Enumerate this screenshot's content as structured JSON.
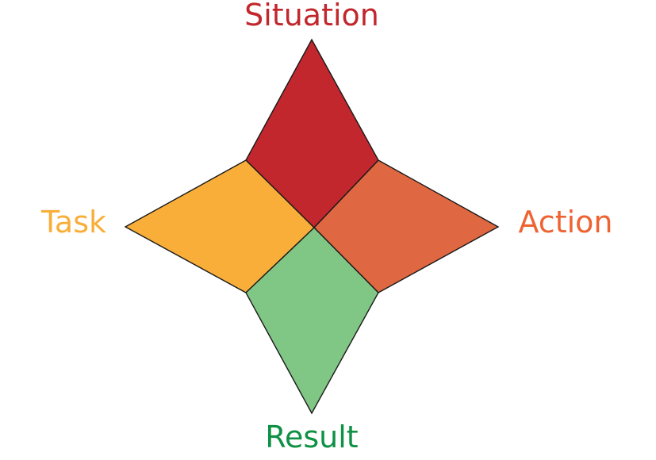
{
  "diagram": {
    "center_label": "",
    "segments": [
      {
        "id": "situation",
        "label": "Situation",
        "fill": "#c1272d",
        "text_color": "#c1272d"
      },
      {
        "id": "task",
        "label": "Task",
        "fill": "#f9ae3a",
        "text_color": "#f9ae3a"
      },
      {
        "id": "action",
        "label": "Action",
        "fill": "#df6741",
        "text_color": "#ee6332"
      },
      {
        "id": "result",
        "label": "Result",
        "fill": "#80c685",
        "text_color": "#0f9145"
      }
    ]
  }
}
